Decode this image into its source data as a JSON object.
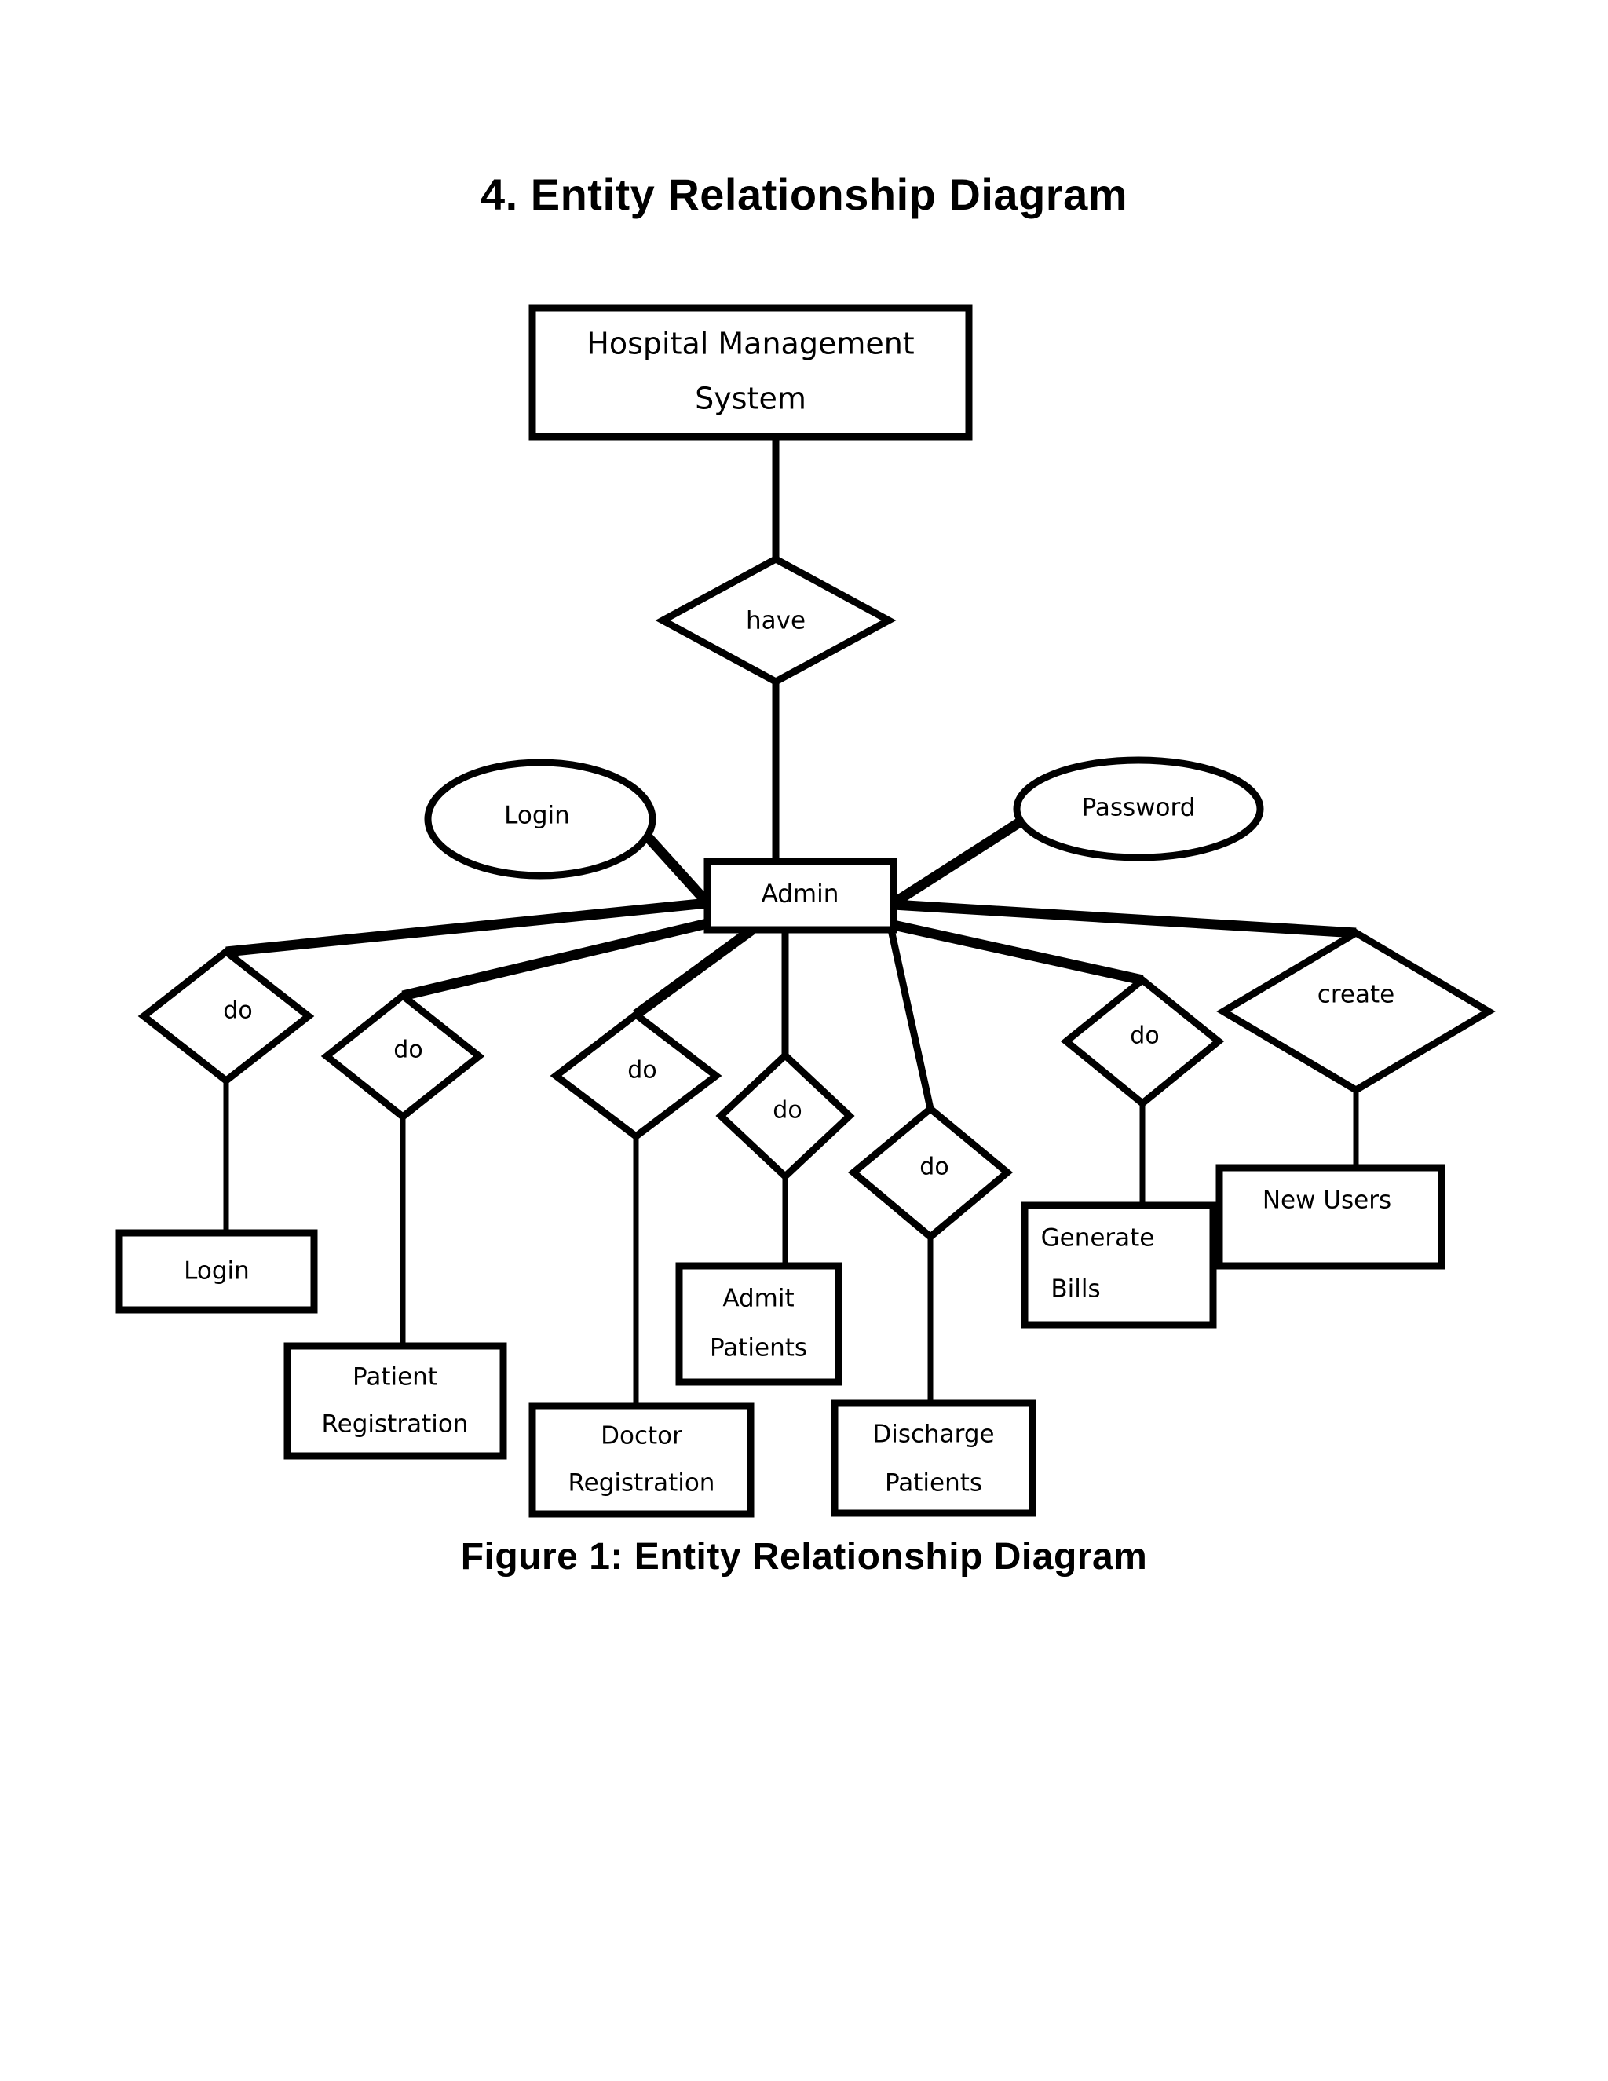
{
  "page": {
    "heading": "4. Entity Relationship Diagram",
    "caption": "Figure 1: Entity Relationship Diagram",
    "background_color": "#ffffff",
    "line_color": "#000000"
  },
  "diagram": {
    "type": "entity-relationship-diagram",
    "entities": [
      {
        "id": "hms",
        "label_line1": "Hospital Management",
        "label_line2": "System",
        "shape": "rectangle"
      },
      {
        "id": "admin",
        "label_line1": "Admin",
        "label_line2": "",
        "shape": "rectangle"
      },
      {
        "id": "login_ent",
        "label_line1": "Login",
        "label_line2": "",
        "shape": "rectangle"
      },
      {
        "id": "patient_reg",
        "label_line1": "Patient",
        "label_line2": "Registration",
        "shape": "rectangle"
      },
      {
        "id": "doctor_reg",
        "label_line1": "Doctor",
        "label_line2": "Registration",
        "shape": "rectangle"
      },
      {
        "id": "admit",
        "label_line1": "Admit",
        "label_line2": "Patients",
        "shape": "rectangle"
      },
      {
        "id": "discharge",
        "label_line1": "Discharge",
        "label_line2": "Patients",
        "shape": "rectangle"
      },
      {
        "id": "bills",
        "label_line1": "Generate",
        "label_line2": "Bills",
        "shape": "rectangle"
      },
      {
        "id": "newusers",
        "label_line1": "New Users",
        "label_line2": "",
        "shape": "rectangle"
      }
    ],
    "attributes": [
      {
        "id": "attr_login",
        "label": "Login",
        "shape": "ellipse"
      },
      {
        "id": "attr_password",
        "label": "Password",
        "shape": "ellipse"
      }
    ],
    "relationships": [
      {
        "id": "rel_have",
        "label": "have",
        "shape": "diamond"
      },
      {
        "id": "rel_do1",
        "label": "do",
        "shape": "diamond"
      },
      {
        "id": "rel_do2",
        "label": "do",
        "shape": "diamond"
      },
      {
        "id": "rel_do3",
        "label": "do",
        "shape": "diamond"
      },
      {
        "id": "rel_do4",
        "label": "do",
        "shape": "diamond"
      },
      {
        "id": "rel_do5",
        "label": "do",
        "shape": "diamond"
      },
      {
        "id": "rel_do6",
        "label": "do",
        "shape": "diamond"
      },
      {
        "id": "rel_create",
        "label": "create",
        "shape": "diamond"
      }
    ],
    "connections": [
      {
        "from": "hms",
        "to": "rel_have"
      },
      {
        "from": "rel_have",
        "to": "admin"
      },
      {
        "from": "attr_login",
        "to": "admin"
      },
      {
        "from": "attr_password",
        "to": "admin"
      },
      {
        "from": "admin",
        "to": "rel_do1"
      },
      {
        "from": "admin",
        "to": "rel_do2"
      },
      {
        "from": "admin",
        "to": "rel_do3"
      },
      {
        "from": "admin",
        "to": "rel_do4"
      },
      {
        "from": "admin",
        "to": "rel_do5"
      },
      {
        "from": "admin",
        "to": "rel_do6"
      },
      {
        "from": "admin",
        "to": "rel_create"
      },
      {
        "from": "rel_do1",
        "to": "login_ent"
      },
      {
        "from": "rel_do2",
        "to": "patient_reg"
      },
      {
        "from": "rel_do3",
        "to": "doctor_reg"
      },
      {
        "from": "rel_do4",
        "to": "admit"
      },
      {
        "from": "rel_do5",
        "to": "discharge"
      },
      {
        "from": "rel_do6",
        "to": "bills"
      },
      {
        "from": "rel_create",
        "to": "newusers"
      }
    ]
  }
}
